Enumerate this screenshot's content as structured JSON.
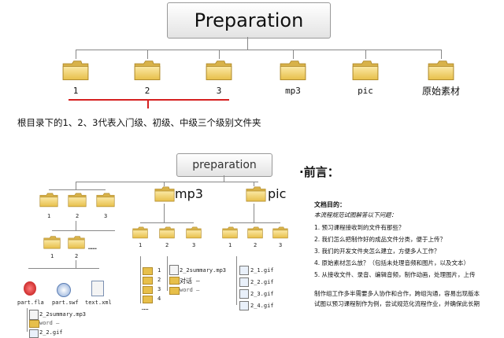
{
  "top": {
    "title": "Preparation",
    "folders": [
      "1",
      "2",
      "3",
      "mp3",
      "pic",
      "原始素材"
    ],
    "note": "根目录下的1、2、3代表入门级、初级、中级三个级别文件夹"
  },
  "tree": {
    "title": "preparation",
    "left_top": [
      "1",
      "2",
      "3"
    ],
    "left_mid": [
      "1",
      "2",
      "……"
    ],
    "left_files": [
      "part.fla",
      "part.swf",
      "text.xml"
    ],
    "left_bottom": [
      "2_2summary.mp3",
      "word —",
      "2_2.gif"
    ],
    "mp3_label": "mp3",
    "mp3_nums": [
      "1",
      "2",
      "3"
    ],
    "mp3_list": [
      "1",
      "2",
      "3",
      "4",
      "……"
    ],
    "mp3_files": [
      "2_2summary.mp3",
      "对话 —",
      "word —"
    ],
    "pic_label": "pic",
    "pic_nums": [
      "1",
      "2",
      "3"
    ],
    "pic_files": [
      "2_1.gif",
      "2_2.gif",
      "2_3.gif",
      "2_4.gif"
    ]
  },
  "doc": {
    "heading": "·前言：",
    "purpose": "文档目的：",
    "subtitle": "本流程规范试图解答以下问题：",
    "items": [
      "1.    预习课程接收到的文件有那些？",
      "2.    我们怎么把制作好的成品文件分类，便于上传？",
      "3.    我们的开发文件夹怎么建立，方便多人工作？",
      "4.    原始素材怎么放？（包括未处理音频和图片，以及文本）",
      "5.    从接收文件、录音、编辑音频，制作动画，处理图片，上传"
    ],
    "para": [
      "制作组工作多半需要多人协作和合作，跨组沟通，容易出现版本",
      "试图以预习课程制作为例，尝试规范化流程作业，并确保此长期"
    ]
  },
  "colors": {
    "folder": "#f3d56b",
    "folder_dark": "#c9a43a",
    "red_line": "#d62020"
  }
}
